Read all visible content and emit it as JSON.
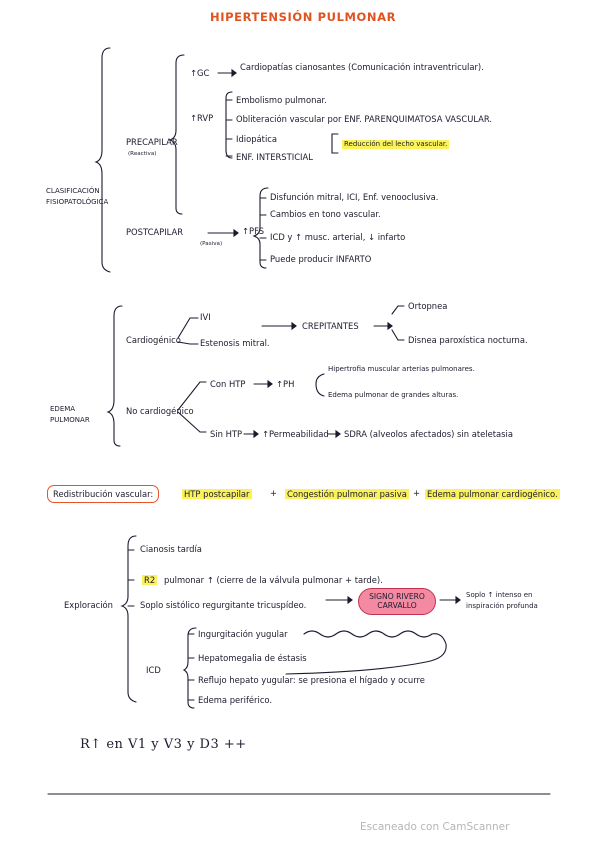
{
  "title": "HIPERTENSIÓN PULMONAR",
  "clasificacion": {
    "label": "CLASIFICACIÓN FISIOPATOLÓGICA",
    "precapilar": {
      "label": "PRECAPILAR",
      "sublabel": "(Reactiva)",
      "agc": {
        "label": "↑GC",
        "item": "Cardiopatías cianosantes (Comunicación intraventricular)."
      },
      "rvp": {
        "label": "↑RVP",
        "items": [
          "Embolismo pulmonar.",
          "Obliteración vascular por ENF. PARENQUIMATOSA VASCULAR.",
          "Idiopática",
          "ENF. INTERSTICIAL"
        ],
        "note": "Reducción del lecho vascular."
      }
    },
    "postcapilar": {
      "label": "POSTCAPILAR",
      "pfs_label": "↑PFS",
      "pfs_sub": "(Pasiva)",
      "items": [
        "Disfunción mitral, ICI, Enf. venooclusiva.",
        "Cambios en tono vascular.",
        "ICD y ↑ musc. arterial, ↓ infarto",
        "Puede producir INFARTO"
      ]
    }
  },
  "edema": {
    "label": "EDEMA PULMONAR",
    "cardiogenico": {
      "label": "Cardiogénico",
      "item1": "IVI",
      "item2": "Estenosis mitral.",
      "crepitantes": "CREPITANTES",
      "ortopnea": "Ortopnea",
      "disnea": "Disnea paroxística nocturna."
    },
    "no_cardiogenico": {
      "label": "No cardiogénico",
      "con_htp": "Con HTP",
      "aph": "↑PH",
      "aph_items": [
        "Hipertrofia muscular arterias pulmonares.",
        "Edema pulmonar de grandes alturas."
      ],
      "sin_htp": "Sin HTP",
      "permeabilidad": "↑Permeabilidad",
      "sdra": "SDRA (alveolos afectados) sin ateletasia"
    }
  },
  "redistribucion": {
    "label": "Redistribución vascular:",
    "parts": [
      "HTP postcapilar",
      "Congestión pulmonar pasiva",
      "Edema pulmonar cardiogénico."
    ],
    "plus": "+"
  },
  "exploracion": {
    "label": "Exploración",
    "items": {
      "cianosis": "Cianosis tardía",
      "r2": "R2",
      "r2_rest": "pulmonar ↑ (cierre de la válvula pulmonar + tarde).",
      "soplo": "Soplo sistólico regurgitante tricuspídeo.",
      "signo": "SIGNO RIVERO CARVALLO",
      "signo_result": "Soplo ↑ intenso en inspiración profunda",
      "icd_label": "ICD",
      "icd_items": [
        "Ingurgitación yugular",
        "Hepatomegalia de éstasis",
        "Reflujo hepato yugular: se presiona el hígado y ocurre",
        "Edema periférico."
      ]
    }
  },
  "ecg": "R↑ en V1 y V3 y D3 ++",
  "footer": "Escaneado con CamScanner",
  "colors": {
    "ink": "#1b1b2e",
    "title": "#e0531f",
    "highlight_yellow": "#fbf25a",
    "highlight_pink": "#f48aa1",
    "highlight_border": "#e8542a"
  }
}
